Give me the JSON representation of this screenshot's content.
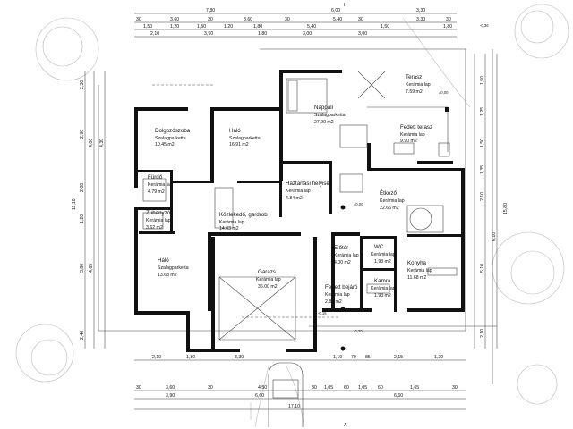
{
  "rooms": [
    {
      "name": "Dolgozószoba",
      "floor": "Szalagparketta",
      "area": "10.45 m2"
    },
    {
      "name": "Háló",
      "floor": "Szalagparketta",
      "area": "16.91 m2"
    },
    {
      "name": "Nappali",
      "floor": "Szalagparketta",
      "area": "27.90 m2"
    },
    {
      "name": "Terasz",
      "floor": "Kerámia lap",
      "area": "7.59 m2"
    },
    {
      "name": "Fedett terasz",
      "floor": "Kerámia lap",
      "area": "9.90 m2"
    },
    {
      "name": "Fürdő",
      "floor": "Kerámia lap",
      "area": "4.79 m2"
    },
    {
      "name": "Háztartási helyiség",
      "floor": "Kerámia lap",
      "area": "4.84 m2"
    },
    {
      "name": "Étkező",
      "floor": "Kerámia lap",
      "area": "22.66 m2"
    },
    {
      "name": "Zuhanyzó",
      "floor": "Kerámia lap",
      "area": "3.62 m2"
    },
    {
      "name": "Közlekedő, gardrob",
      "floor": "Kerámia lap",
      "area": "14.03 m2"
    },
    {
      "name": "Háló",
      "floor": "Szalagparketta",
      "area": "13.68 m2"
    },
    {
      "name": "Előtér",
      "floor": "Kerámia lap",
      "area": "4.00 m2"
    },
    {
      "name": "WC",
      "floor": "Kerámia lap",
      "area": "1.93 m2"
    },
    {
      "name": "Kamra",
      "floor": "Kerámia lap",
      "area": "1.93 m2"
    },
    {
      "name": "Konyha",
      "floor": "Kerámia lap",
      "area": "11.68 m2"
    },
    {
      "name": "Garázs",
      "floor": "Kerámia lap",
      "area": "36.00 m2"
    },
    {
      "name": "Fedett bejáró",
      "floor": "Kerámia lap",
      "area": "2.88 m2"
    }
  ],
  "dims": {
    "top_row1": [
      "7,80",
      "6,00",
      "3,30"
    ],
    "top_row2": [
      "30",
      "3,60",
      "30",
      "3,60",
      "30",
      "5,40",
      "30",
      "3,30",
      "30"
    ],
    "top_row3": [
      "1,50",
      "1,20",
      "1,50",
      "1,20",
      "1,80",
      "5,40",
      "1,50",
      "1,80"
    ],
    "top_row4": [
      "2,10",
      "3,90",
      "1,80",
      "3,00",
      "3,00"
    ],
    "bottom_row1": [
      "2,10",
      "1,80",
      "3,30",
      "1,10",
      "70",
      "85",
      "2,15",
      "1,20"
    ],
    "bottom_row2": [
      "30",
      "3,60",
      "30",
      "4,50",
      "30",
      "1,05",
      "60",
      "1,05",
      "60",
      "1,65",
      "30"
    ],
    "bottom_row3": [
      "3,90",
      "6,60",
      "6,60"
    ],
    "bottom_total": "17,10",
    "left_outer": "11,10",
    "left_row": [
      "2,30",
      "2,90",
      "4,00",
      "4,30",
      "2,00",
      "1,20",
      "3,80",
      "4,65",
      "2,40"
    ],
    "right_outer": "15,80",
    "right_row": [
      "1,50",
      "1,25",
      "1,50",
      "1,35",
      "2,10",
      "6,10",
      "5,10",
      "2,10"
    ],
    "height_marks": [
      "±0,00",
      "-0,16",
      "-0,30",
      "-0,36"
    ]
  },
  "section_marks": [
    "I",
    "A"
  ]
}
